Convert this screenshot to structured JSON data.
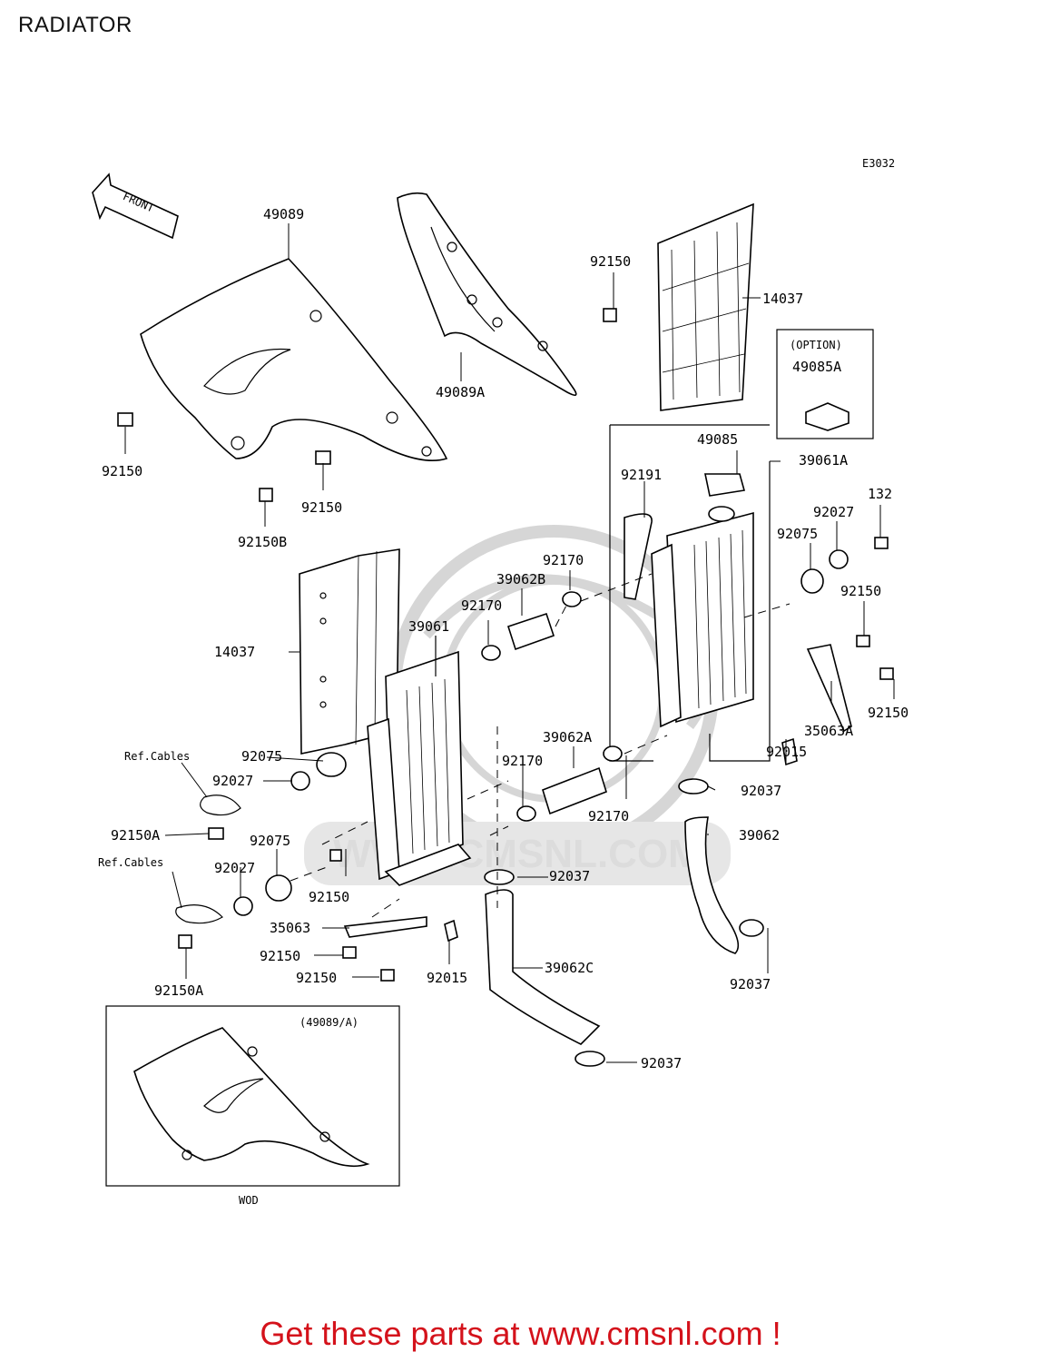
{
  "page": {
    "title": "RADIATOR",
    "diagram_code": "E3032",
    "footer": "Get these parts at www.cmsnl.com !",
    "front_arrow_label": "FRONT",
    "watermark": "WWW.CMSNL.COM"
  },
  "colors": {
    "footer_text": "#d4121b",
    "line": "#000000",
    "watermark": "#cfcfcf"
  },
  "boxes": {
    "option_header": "(OPTION)",
    "option_part": "49085A",
    "wod_header": "(49089/A)",
    "wod_caption": "WOD"
  },
  "labels": [
    {
      "id": "l01",
      "text": "49089"
    },
    {
      "id": "l02",
      "text": "49089A"
    },
    {
      "id": "l03",
      "text": "92150"
    },
    {
      "id": "l04",
      "text": "14037"
    },
    {
      "id": "l05",
      "text": "92150"
    },
    {
      "id": "l06",
      "text": "92150"
    },
    {
      "id": "l07",
      "text": "92150B"
    },
    {
      "id": "l08",
      "text": "49085"
    },
    {
      "id": "l09",
      "text": "39061A"
    },
    {
      "id": "l10",
      "text": "92191"
    },
    {
      "id": "l11",
      "text": "132"
    },
    {
      "id": "l12",
      "text": "92027"
    },
    {
      "id": "l13",
      "text": "92075"
    },
    {
      "id": "l14",
      "text": "92170"
    },
    {
      "id": "l15",
      "text": "39062B"
    },
    {
      "id": "l16",
      "text": "92150"
    },
    {
      "id": "l17",
      "text": "92170"
    },
    {
      "id": "l18",
      "text": "39061"
    },
    {
      "id": "l19",
      "text": "14037"
    },
    {
      "id": "l20",
      "text": "92150"
    },
    {
      "id": "l21",
      "text": "35063A"
    },
    {
      "id": "l22",
      "text": "92015"
    },
    {
      "id": "l23",
      "text": "Ref.Cables"
    },
    {
      "id": "l24",
      "text": "92075"
    },
    {
      "id": "l25",
      "text": "92027"
    },
    {
      "id": "l26",
      "text": "39062A"
    },
    {
      "id": "l27",
      "text": "92170"
    },
    {
      "id": "l28",
      "text": "92037"
    },
    {
      "id": "l29",
      "text": "92170"
    },
    {
      "id": "l30",
      "text": "92150A"
    },
    {
      "id": "l31",
      "text": "92075"
    },
    {
      "id": "l32",
      "text": "39062"
    },
    {
      "id": "l33",
      "text": "Ref.Cables"
    },
    {
      "id": "l34",
      "text": "92027"
    },
    {
      "id": "l35",
      "text": "92150"
    },
    {
      "id": "l36",
      "text": "92037"
    },
    {
      "id": "l37",
      "text": "35063"
    },
    {
      "id": "l38",
      "text": "92150"
    },
    {
      "id": "l39",
      "text": "92150"
    },
    {
      "id": "l40",
      "text": "92015"
    },
    {
      "id": "l41",
      "text": "39062C"
    },
    {
      "id": "l42",
      "text": "92150A"
    },
    {
      "id": "l43",
      "text": "92037"
    },
    {
      "id": "l44",
      "text": "92037"
    }
  ]
}
